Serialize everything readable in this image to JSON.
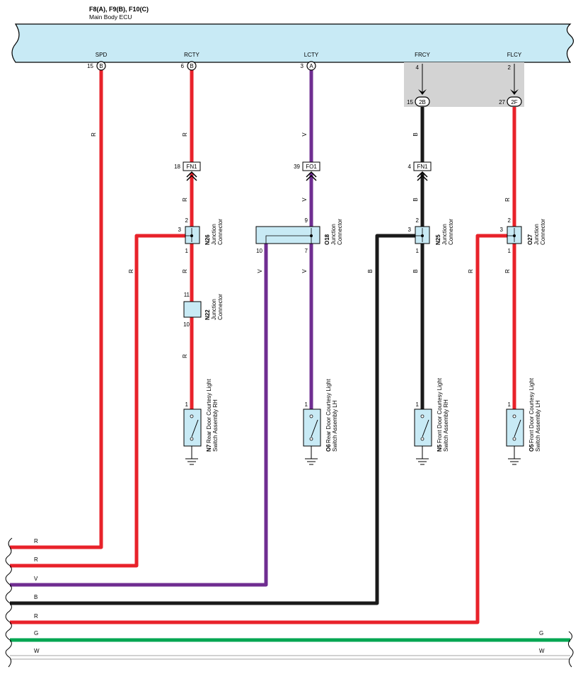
{
  "header": {
    "title": "F8(A), F9(B), F10(C)",
    "subtitle": "Main Body ECU"
  },
  "colors": {
    "R": "#e8222a",
    "V": "#6f2d91",
    "B": "#1a1a1a",
    "G": "#00a651",
    "W": "#ffffff",
    "ecu_fill": "#c8eaf5",
    "connector_fill": "#c8eaf5",
    "shade": "#d3d3d3"
  },
  "ecu_pins": [
    {
      "id": "spd",
      "label": "SPD",
      "pin": "15",
      "connector": "B"
    },
    {
      "id": "rcty",
      "label": "RCTY",
      "pin": "6",
      "connector": "B"
    },
    {
      "id": "lcty",
      "label": "LCTY",
      "pin": "3",
      "connector": "A"
    },
    {
      "id": "frcy",
      "label": "FRCY",
      "pin": "4",
      "connector": ""
    },
    {
      "id": "flcy",
      "label": "FLCY",
      "pin": "2",
      "connector": ""
    }
  ],
  "shaded_connectors": [
    {
      "id": "frcy",
      "pin": "15",
      "connector": "2B"
    },
    {
      "id": "flcy",
      "pin": "27",
      "connector": "2F"
    }
  ],
  "inline_connectors": [
    {
      "id": "n1",
      "pin": "18",
      "name": "FN1"
    },
    {
      "id": "o1",
      "pin": "39",
      "name": "FO1"
    },
    {
      "id": "n2",
      "pin": "4",
      "name": "FN1"
    }
  ],
  "junctions": [
    {
      "id": "n26",
      "code": "N26",
      "name": "Junction",
      "type": "Connector",
      "pin_top": "2",
      "pin_side": "3",
      "pin_bottom": "1"
    },
    {
      "id": "n22",
      "code": "N22",
      "name": "Junction",
      "type": "Connector",
      "pin_top": "11",
      "pin_bottom": "10"
    },
    {
      "id": "o18",
      "code": "O18",
      "name": "Junction",
      "type": "Connector",
      "pin_top": "9",
      "pin_left": "10",
      "pin_bottom": "7"
    },
    {
      "id": "n25",
      "code": "N25",
      "name": "Junction",
      "type": "Connector",
      "pin_top": "2",
      "pin_side": "3",
      "pin_bottom": "1"
    },
    {
      "id": "o27",
      "code": "O27",
      "name": "Junction",
      "type": "Connector",
      "pin_top": "2",
      "pin_side": "3",
      "pin_bottom": "1"
    }
  ],
  "switches": [
    {
      "id": "n7",
      "code": "N7",
      "line1": "Rear Door Courtesy Light",
      "line2": "Switch Assembly RH",
      "pin": "1"
    },
    {
      "id": "o6",
      "code": "O6",
      "line1": "Rear Door Courtesy Light",
      "line2": "Switch Assembly LH",
      "pin": "1"
    },
    {
      "id": "n5",
      "code": "N5",
      "line1": "Front Door Courtesy Light",
      "line2": "Switch Assembly RH",
      "pin": "1"
    },
    {
      "id": "o5",
      "code": "O5",
      "line1": "Front Door Courtesy Light",
      "line2": "Switch Assembly LH",
      "pin": "1"
    }
  ],
  "wire_labels": {
    "spd": "R",
    "rcty_a": "R",
    "rcty_b": "R",
    "rcty_c": "R",
    "rcty_d": "R",
    "rcty_branch": "R",
    "lcty_a": "V",
    "lcty_b": "V",
    "lcty_c": "V",
    "lcty_branch": "V",
    "frcy_a": "B",
    "frcy_b": "B",
    "frcy_c": "B",
    "frcy_branch": "B",
    "flcy_a": "R",
    "flcy_b": "R",
    "flcy_branch": "R"
  },
  "bottom_bus": [
    {
      "id": "r1",
      "label": "R"
    },
    {
      "id": "r2",
      "label": "R"
    },
    {
      "id": "v",
      "label": "V"
    },
    {
      "id": "b",
      "label": "B"
    },
    {
      "id": "r3",
      "label": "R"
    },
    {
      "id": "g",
      "label": "G",
      "right_label": "G"
    },
    {
      "id": "w",
      "label": "W",
      "right_label": "W"
    }
  ]
}
